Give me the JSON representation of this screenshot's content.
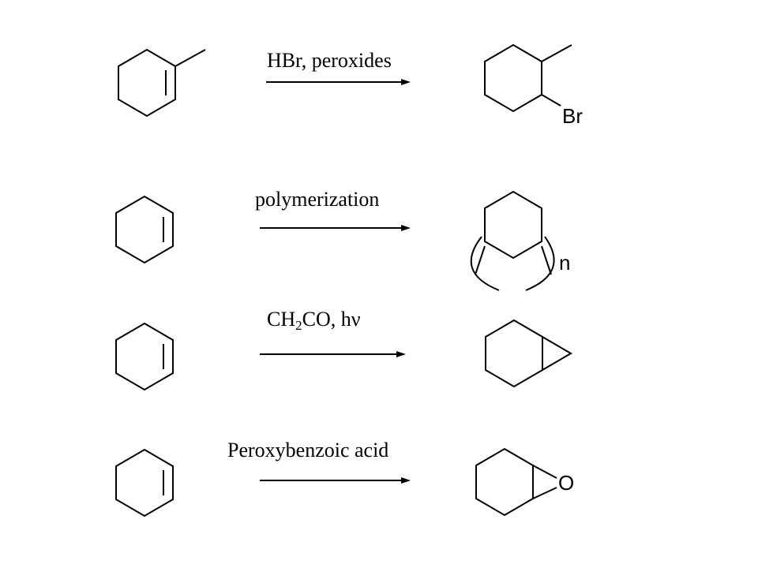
{
  "reactions": [
    {
      "reagent": "HBr, peroxides",
      "product_labels": [
        "Br"
      ]
    },
    {
      "reagent": "polymerization",
      "product_labels": [
        "n"
      ]
    },
    {
      "reagent_parts": [
        "CH",
        "2",
        "CO, hν"
      ]
    },
    {
      "reagent": "Peroxybenzoic acid",
      "product_labels": [
        "O"
      ]
    }
  ]
}
